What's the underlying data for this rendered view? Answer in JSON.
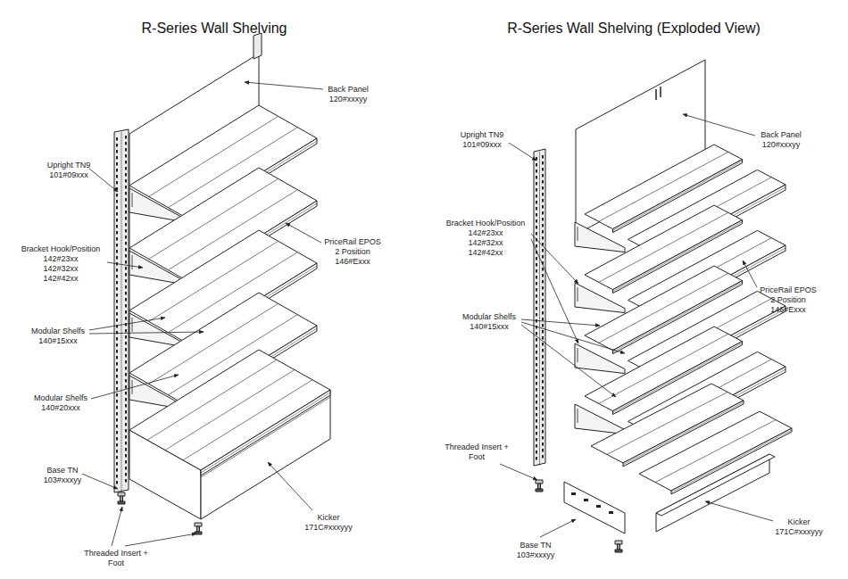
{
  "diagram": {
    "labels": [
      "R-Series Wall Shelving",
      "R-Series Wall Shelving (Exploded View)",
      "Back Panel",
      "120#xxxyy",
      "Upright TN9",
      "101#09xxx",
      "Bracket Hook/Position",
      "142#23xx",
      "142#32xx",
      "142#42xx",
      "PriceRail EPOS",
      "2 Position",
      "146#Exxx",
      "Modular Shelfs",
      "140#15xxx",
      "Modular Shelfs",
      "140#20xxx",
      "Base TN",
      "103#xxxyy",
      "Threaded Insert +",
      "Foot",
      "Kicker",
      "171C#xxxyyy",
      "Back Panel",
      "120#xxxyy",
      "Upright TN9",
      "101#09xxx",
      "Bracket Hook/Position",
      "142#23xx",
      "142#32xx",
      "142#42xx",
      "Modular Shelfs",
      "140#15xxx",
      "PriceRail EPOS",
      "2 Position",
      "146#Exxx",
      "Threaded Insert +",
      "Foot",
      "Base TN",
      "103#xxxyy",
      "Kicker",
      "171C#xxxyyy"
    ]
  }
}
